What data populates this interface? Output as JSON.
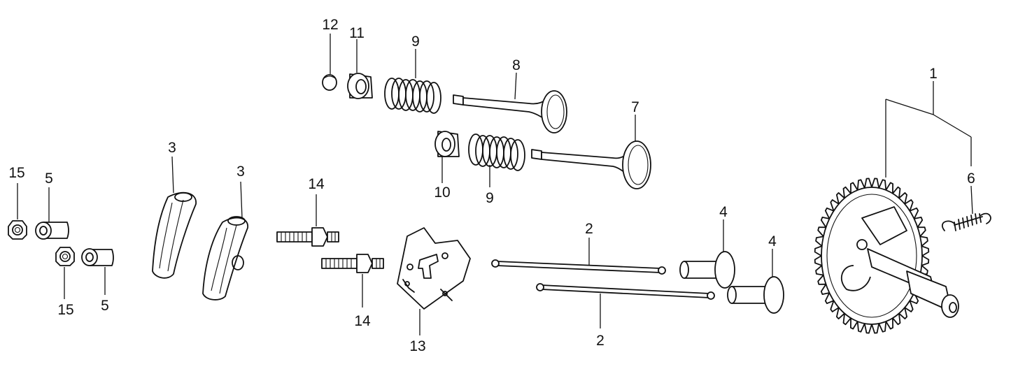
{
  "diagram": {
    "callouts": [
      {
        "id": "c1",
        "label": "1"
      },
      {
        "id": "c2a",
        "label": "2"
      },
      {
        "id": "c2b",
        "label": "2"
      },
      {
        "id": "c3a",
        "label": "3"
      },
      {
        "id": "c3b",
        "label": "3"
      },
      {
        "id": "c4a",
        "label": "4"
      },
      {
        "id": "c4b",
        "label": "4"
      },
      {
        "id": "c5a",
        "label": "5"
      },
      {
        "id": "c5b",
        "label": "5"
      },
      {
        "id": "c6",
        "label": "6"
      },
      {
        "id": "c7",
        "label": "7"
      },
      {
        "id": "c8",
        "label": "8"
      },
      {
        "id": "c9a",
        "label": "9"
      },
      {
        "id": "c9b",
        "label": "9"
      },
      {
        "id": "c10",
        "label": "10"
      },
      {
        "id": "c11",
        "label": "11"
      },
      {
        "id": "c12",
        "label": "12"
      },
      {
        "id": "c13",
        "label": "13"
      },
      {
        "id": "c14a",
        "label": "14"
      },
      {
        "id": "c14b",
        "label": "14"
      },
      {
        "id": "c15a",
        "label": "15"
      },
      {
        "id": "c15b",
        "label": "15"
      }
    ]
  }
}
